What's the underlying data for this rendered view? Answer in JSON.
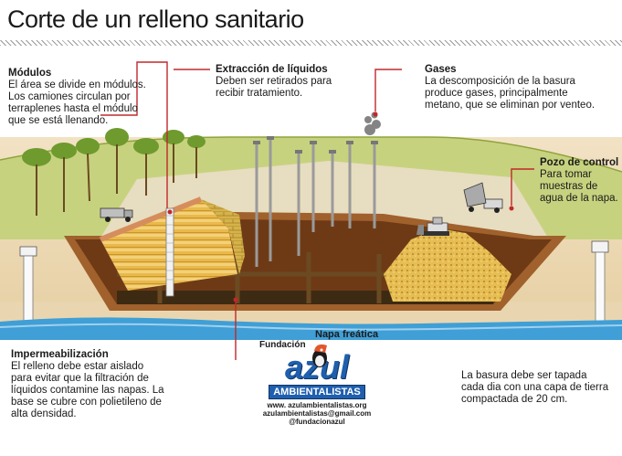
{
  "title": "Corte de un relleno sanitario",
  "modulos": {
    "heading": "Módulos",
    "text": [
      "El área se divide en módulos.",
      "Los camiones circulan por",
      "terraplenes hasta el módulo",
      "que se está llenando."
    ]
  },
  "extraccion": {
    "heading": "Extracción de líquidos",
    "text": [
      "Deben ser retirados para",
      "recibir tratamiento."
    ]
  },
  "gases": {
    "heading": "Gases",
    "text": [
      "La descomposición de la basura",
      "produce gases, principalmente",
      "metano, que se eliminan por venteo."
    ]
  },
  "pozo": {
    "heading": "Pozo de control",
    "text": [
      "Para tomar",
      "muestras de",
      "agua de la napa."
    ]
  },
  "napa": {
    "heading": "Napa freática"
  },
  "impermeabilizacion": {
    "heading": "Impermeabilización",
    "text": [
      "El relleno debe estar aislado",
      "para evitar que la filtración de",
      "líquidos contamine las napas. La",
      "base se cubre con polietileno de",
      "alta densidad."
    ]
  },
  "basura": {
    "text": [
      "La basura debe ser tapada",
      "cada dia con una capa de tierra",
      "compactada de 20 cm."
    ]
  },
  "fundacion": {
    "label": "Fundación",
    "logo_word": "azul",
    "logo_sub": "AMBIENTALISTAS",
    "web": "www. azulambientalistas.org",
    "email": "azulambientalistas@gmail.com",
    "handle": "@fundacionazul"
  },
  "colors": {
    "callout_line": "#c0282a",
    "grass": "#a8bd5a",
    "liner": "#8a4a20",
    "garbage": "#e2b84a",
    "water": "#3f9fd6",
    "logo_blue": "#1f5fae"
  }
}
